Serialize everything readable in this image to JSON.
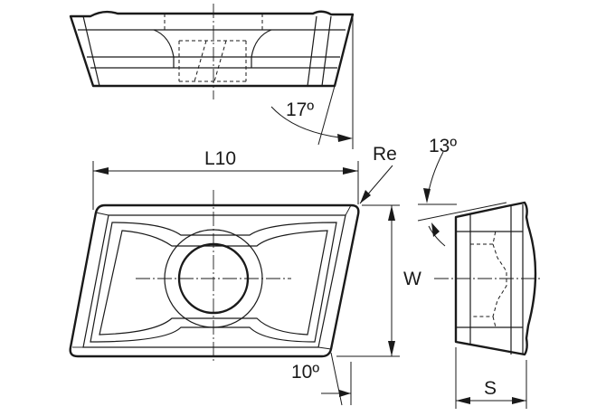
{
  "labels": {
    "length": "L10",
    "radius": "Re",
    "width": "W",
    "thickness": "S",
    "angle_top": "17º",
    "angle_side": "13º",
    "angle_bottom": "10º"
  }
}
